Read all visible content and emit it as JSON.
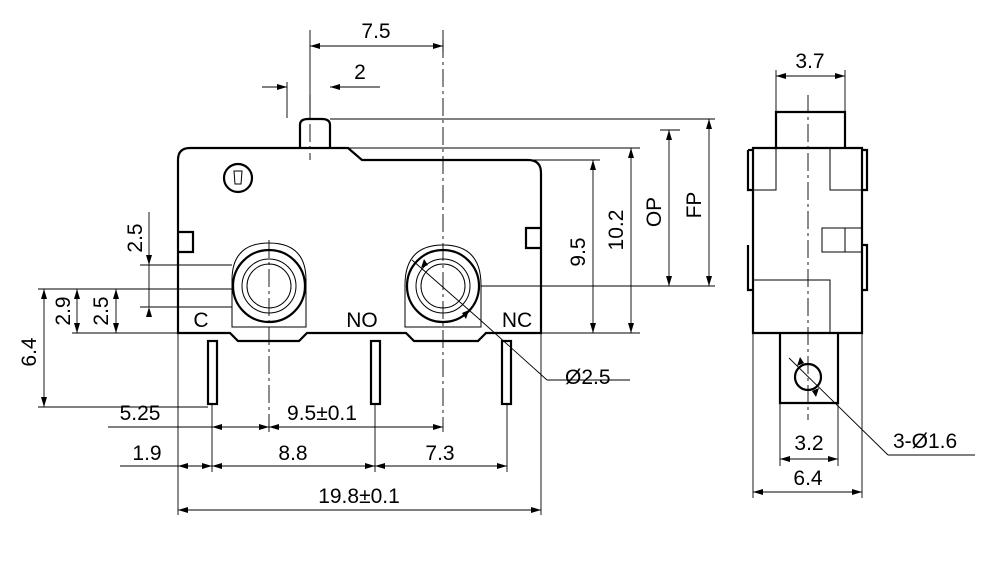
{
  "front_view": {
    "dim_top_width": "7.5",
    "dim_actuator": "2",
    "dim_hole_offset_upper": "2.5",
    "dim_hole_offset_lower": "2.5",
    "dim_29": "2.9",
    "dim_64_left": "6.4",
    "dim_95": "9.5",
    "dim_102": "10.2",
    "label_op": "OP",
    "label_fp": "FP",
    "label_c": "C",
    "label_no": "NO",
    "label_nc": "NC",
    "hole_diameter": "Ø2.5",
    "dim_525": "5.25",
    "dim_hole_spacing": "9.5±0.1",
    "dim_19": "1.9",
    "dim_88": "8.8",
    "dim_73": "7.3",
    "dim_overall_length": "19.8±0.1"
  },
  "side_view": {
    "dim_top": "3.7",
    "dim_terminal_width": "3.2",
    "dim_overall_width": "6.4",
    "terminal_holes": "3-Ø1.6"
  }
}
